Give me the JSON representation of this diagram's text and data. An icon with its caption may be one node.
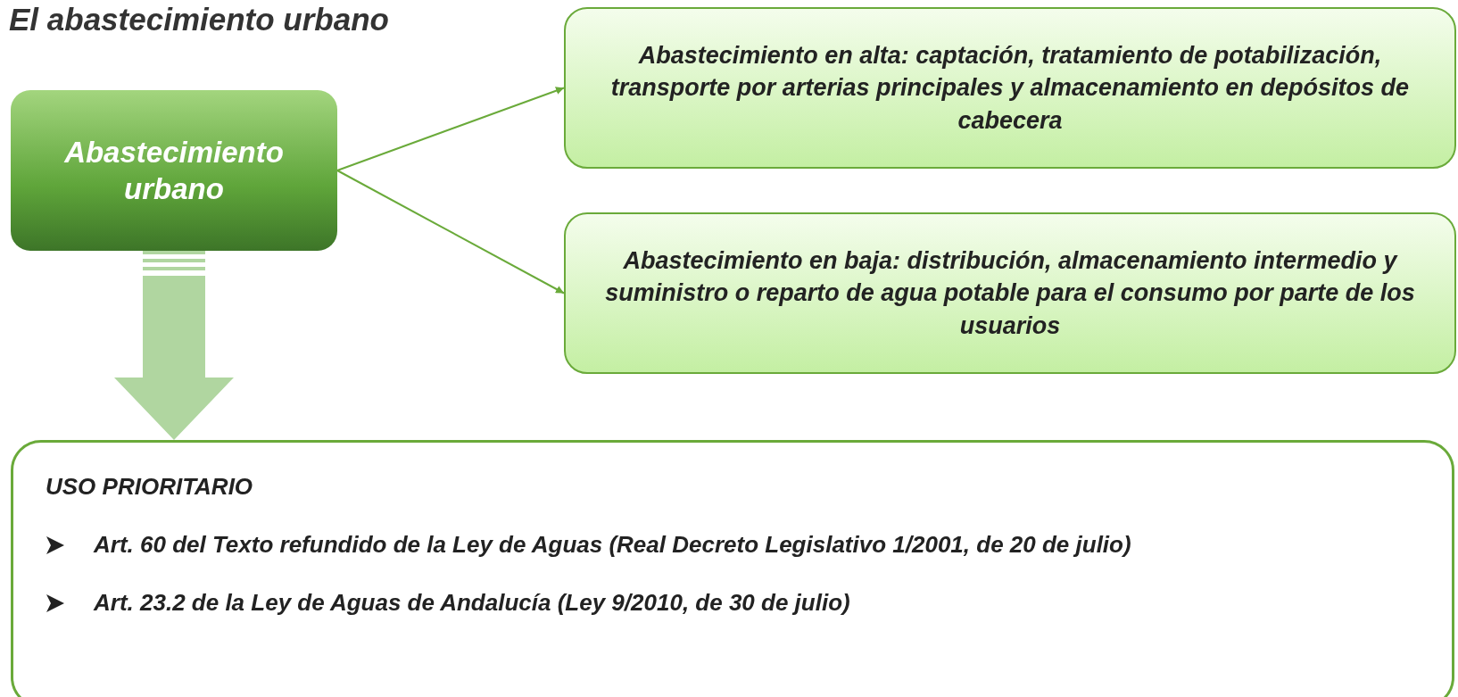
{
  "diagram": {
    "title": "El abastecimiento urbano",
    "nodes": [
      {
        "text": [
          "Abastecimiento urbano"
        ]
      },
      {
        "text": [
          "**Abastecimiento en alta:** captación, tratamiento de potabilización, transporte por arterias principales y almacenamiento en depósitos de cabecera"
        ]
      },
      {
        "text": [
          "**Abastecimiento en baja:** distribución, almacenamiento intermedio y suministro o reparto de agua potable para el consumo por parte de los usuarios"
        ]
      },
      {
        "text": [
          "USO PRIORITARIO",
          "Art. 60 del Texto refundido de la Ley de Aguas (Real Decreto Legislativo 1/2001, de 20 de julio)",
          "Art. 23.2 de la Ley de Aguas de Andalucía (Ley 9/2010, de 30 de julio)"
        ]
      }
    ],
    "edges": [
      {
        "from": 0,
        "to": 1,
        "arrow": "to"
      },
      {
        "from": 0,
        "to": 2,
        "arrow": "to"
      },
      {
        "from": 0,
        "to": 3,
        "arrow": "to",
        "style": "thick",
        "color": "#b0d6a0"
      }
    ]
  }
}
